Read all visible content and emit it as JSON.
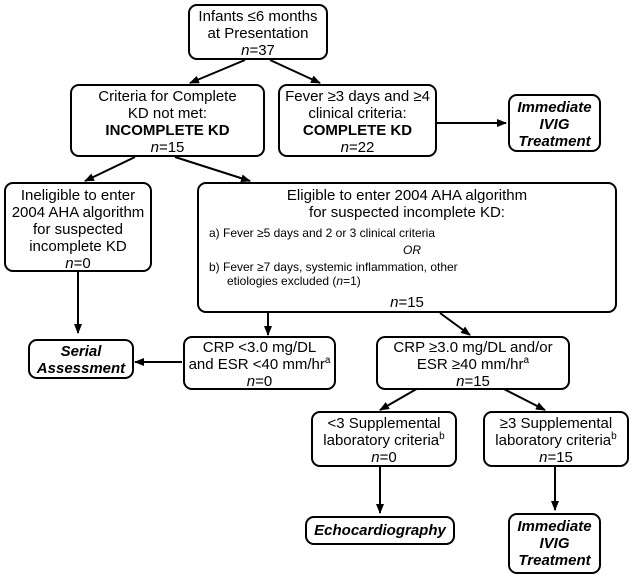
{
  "root": {
    "line1": "Infants ≤6 months",
    "line2": "at Presentation",
    "n_label": "n",
    "n_value": "=37"
  },
  "incomplete": {
    "line1": "Criteria for Complete",
    "line2": "KD not met:",
    "line3": "INCOMPLETE KD",
    "n_label": "n",
    "n_value": "=15"
  },
  "complete": {
    "line1": "Fever ≥3 days and ≥4",
    "line2": "clinical criteria:",
    "line3": "COMPLETE KD",
    "n_label": "n",
    "n_value": "=22"
  },
  "ivig_top": {
    "line1": "Immediate",
    "line2": "IVIG",
    "line3": "Treatment"
  },
  "ineligible": {
    "line1": "Ineligible to enter",
    "line2": "2004 AHA algorithm",
    "line3": "for suspected",
    "line4": "incomplete KD",
    "n_label": "n",
    "n_value": "=0"
  },
  "eligible": {
    "line1": "Eligible to enter 2004 AHA algorithm",
    "line2": "for suspected incomplete KD:",
    "opt_a": "a)  Fever ≥5 days and 2 or 3 clinical criteria",
    "or": "OR",
    "opt_b1": "b)  Fever ≥7 days, systemic inflammation, other",
    "opt_b2": "etiologies excluded (",
    "opt_b2_n": "n",
    "opt_b2_end": "=1)",
    "n_label": "n",
    "n_value": "=15"
  },
  "serial": {
    "line1": "Serial",
    "line2": "Assessment"
  },
  "crp_low": {
    "line1": "CRP <3.0 mg/DL",
    "line2": "and ESR <40 mm/hr",
    "sup": "a",
    "n_label": "n",
    "n_value": "=0"
  },
  "crp_high": {
    "line1": "CRP ≥3.0 mg/DL and/or",
    "line2": "ESR ≥40 mm/hr",
    "sup": "a",
    "n_label": "n",
    "n_value": "=15"
  },
  "supp_low": {
    "line1": "<3 Supplemental",
    "line2": "laboratory criteria",
    "sup": "b",
    "n_label": "n",
    "n_value": "=0"
  },
  "supp_high": {
    "line1": "≥3 Supplemental",
    "line2": "laboratory criteria",
    "sup": "b",
    "n_label": "n",
    "n_value": "=15"
  },
  "echo": {
    "line1": "Echocardiography"
  },
  "ivig_bottom": {
    "line1": "Immediate",
    "line2": "IVIG",
    "line3": "Treatment"
  }
}
